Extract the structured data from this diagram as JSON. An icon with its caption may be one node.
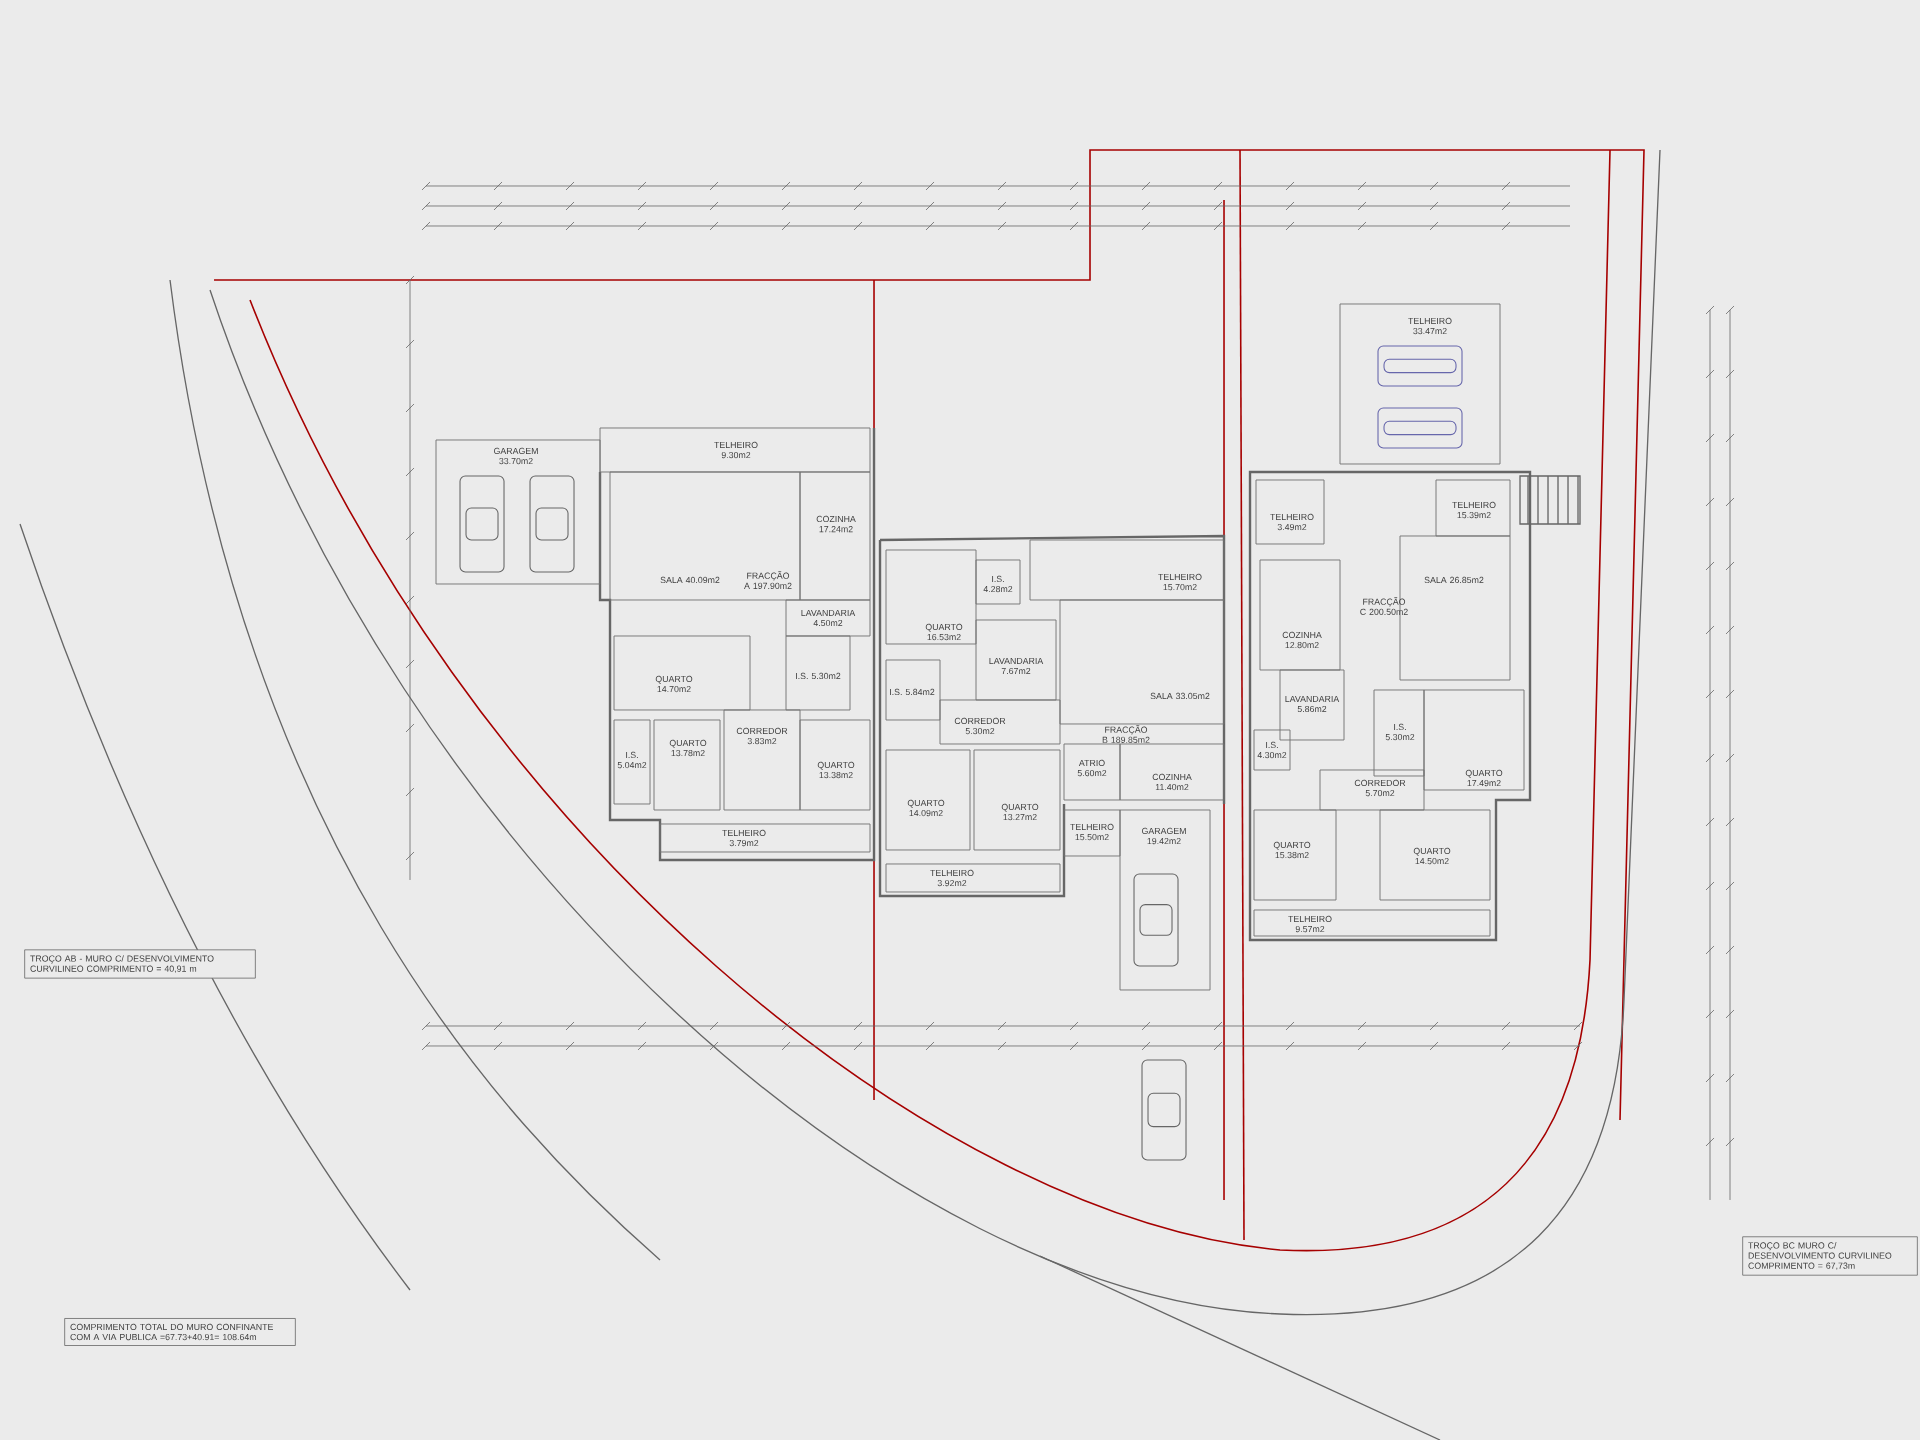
{
  "diagram": {
    "nodes": [
      {
        "text": [
          "GARAGEM 33.70m2"
        ]
      },
      {
        "text": [
          "TELHEIRO 9.30m2"
        ]
      },
      {
        "text": [
          "SALA 40.09m2"
        ]
      },
      {
        "text": [
          "COZINHA 17.24m2"
        ]
      },
      {
        "text": [
          "LAVANDARIA 4.50m2"
        ]
      },
      {
        "text": [
          "I.S. 5.30m2"
        ]
      },
      {
        "text": [
          "QUARTO 14.70m2"
        ]
      },
      {
        "text": [
          "I.S. 5.04m2"
        ]
      },
      {
        "text": [
          "QUARTO 13.78m2"
        ]
      },
      {
        "text": [
          "CORREDOR 3.83m2"
        ]
      },
      {
        "text": [
          "QUARTO 13.38m2"
        ]
      },
      {
        "text": [
          "TELHEIRO 3.79m2"
        ]
      },
      {
        "text": [
          "I.S. 4.28m2"
        ]
      },
      {
        "text": [
          "QUARTO 16.53m2"
        ]
      },
      {
        "text": [
          "LAVANDARIA 7.67m2"
        ]
      },
      {
        "text": [
          "I.S. 5.84m2"
        ]
      },
      {
        "text": [
          "CORREDOR 5.30m2"
        ]
      },
      {
        "text": [
          "QUARTO 14.09m2"
        ]
      },
      {
        "text": [
          "QUARTO 13.27m2"
        ]
      },
      {
        "text": [
          "TELHEIRO 3.92m2"
        ]
      },
      {
        "text": [
          "TELHEIRO 15.70m2"
        ]
      },
      {
        "text": [
          "SALA 33.05m2"
        ]
      },
      {
        "text": [
          "ATRIO 5.60m2"
        ]
      },
      {
        "text": [
          "COZINHA 11.40m2"
        ]
      },
      {
        "text": [
          "TELHEIRO 15.50m2"
        ]
      },
      {
        "text": [
          "GARAGEM 19.42m2"
        ]
      },
      {
        "text": [
          "TELHEIRO 33.47m2"
        ]
      },
      {
        "text": [
          "TELHEIRO 3.49m2"
        ]
      },
      {
        "text": [
          "TELHEIRO 15.39m2"
        ]
      },
      {
        "text": [
          "SALA 26.85m2"
        ]
      },
      {
        "text": [
          "COZINHA 12.80m2"
        ]
      },
      {
        "text": [
          "LAVANDARIA 5.86m2"
        ]
      },
      {
        "text": [
          "I.S. 4.30m2"
        ]
      },
      {
        "text": [
          "I.S. 5.30m2"
        ]
      },
      {
        "text": [
          "QUARTO 17.49m2"
        ]
      },
      {
        "text": [
          "CORREDOR 5.70m2"
        ]
      },
      {
        "text": [
          "QUARTO 15.38m2"
        ]
      },
      {
        "text": [
          "QUARTO 14.50m2"
        ]
      },
      {
        "text": [
          "TELHEIRO 9.57m2"
        ]
      }
    ],
    "labels": [
      "FRACÇÃO A 197.90m2",
      "FRACÇÃO B 189.85m2",
      "FRACÇÃO C 200.50m2",
      "TROÇO AB - MURO C/ DESENVOLVIMENTO CURVILINEO COMPRIMENTO = 40,91 m",
      "COMPRIMENTO TOTAL DO MURO CONFINANTE COM A VIA PUBLICA =67.73+40.91= 108.64m",
      "TROÇO BC MURO C/ DESENVOLVIMENTO CURVILINEO COMPRIMENTO = 67,73m"
    ]
  }
}
